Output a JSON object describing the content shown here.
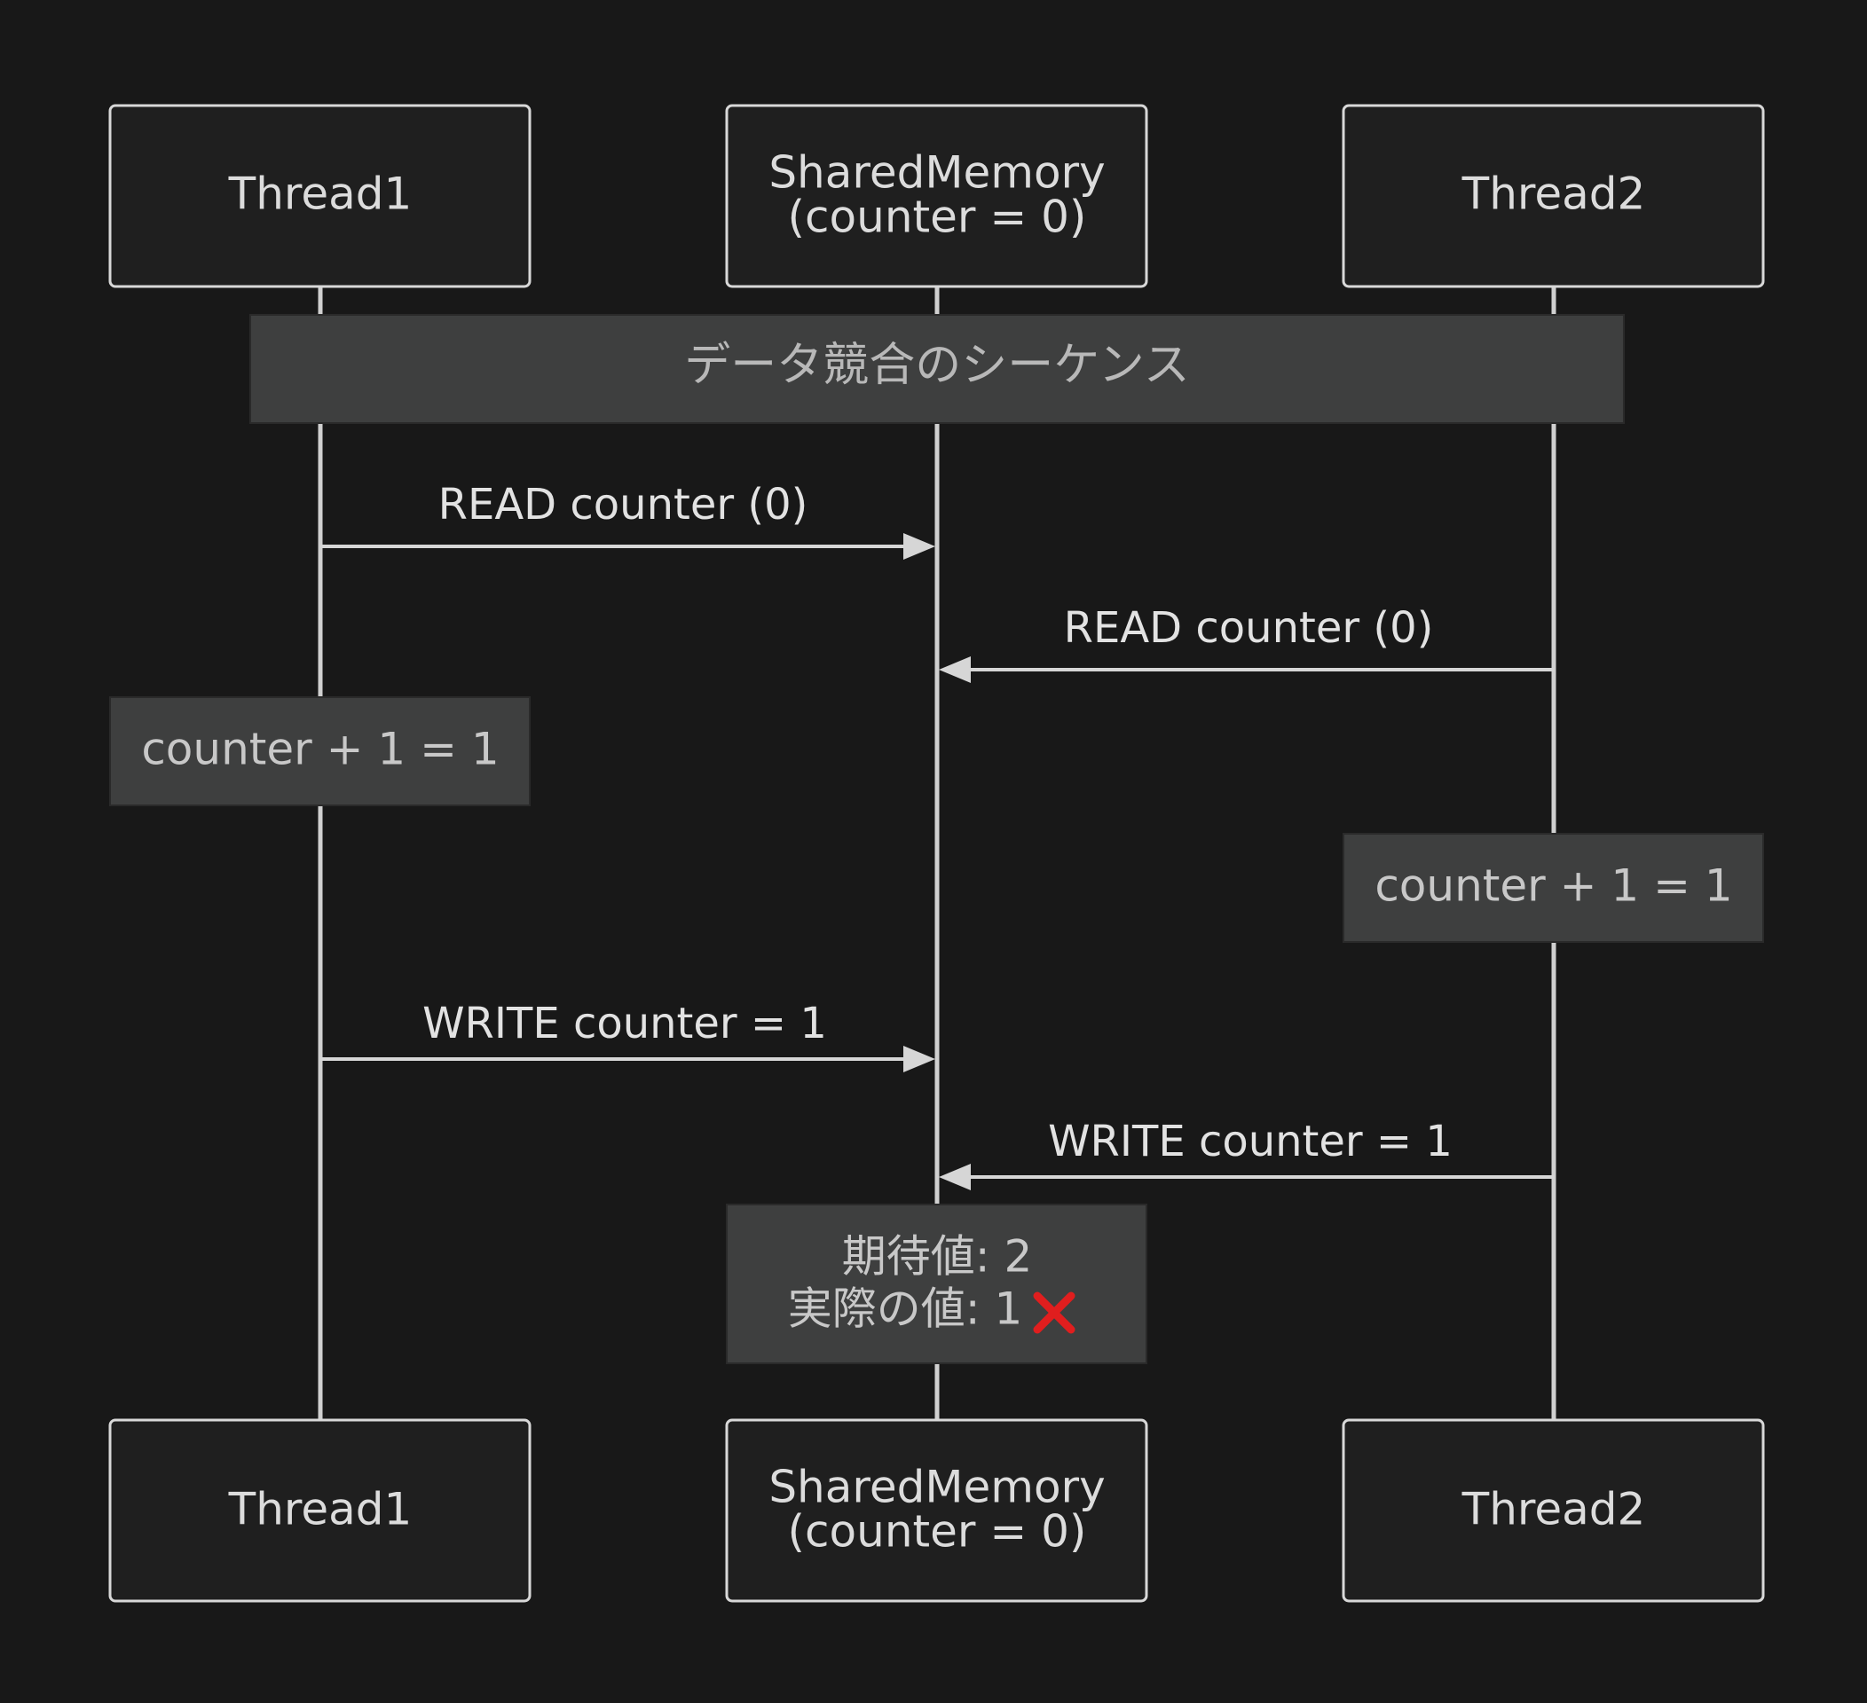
{
  "participants": [
    {
      "key": "thread1",
      "lines": [
        "Thread1"
      ]
    },
    {
      "key": "shared_memory",
      "lines": [
        "SharedMemory",
        "(counter = 0)"
      ]
    },
    {
      "key": "thread2",
      "lines": [
        "Thread2"
      ]
    }
  ],
  "banner": {
    "label": "データ競合のシーケンス"
  },
  "messages": [
    {
      "from": "Thread1",
      "to": "SharedMemory",
      "label": "READ counter (0)"
    },
    {
      "from": "Thread2",
      "to": "SharedMemory",
      "label": "READ counter (0)"
    },
    {
      "from": "Thread1",
      "to": "SharedMemory",
      "label": "WRITE counter = 1"
    },
    {
      "from": "Thread2",
      "to": "SharedMemory",
      "label": "WRITE counter = 1"
    }
  ],
  "notes": [
    {
      "over": "Thread1",
      "lines": [
        "counter + 1 = 1"
      ]
    },
    {
      "over": "Thread2",
      "lines": [
        "counter + 1 = 1"
      ]
    },
    {
      "over": "SharedMemory",
      "lines": [
        "期待値: 2",
        "実際の値: 1"
      ],
      "mark": "❌"
    }
  ],
  "colors": {
    "background": "#181818",
    "box_fill": "#1f1f1f",
    "box_stroke": "#d8d8d8",
    "note_fill": "#3e3f3f",
    "lifeline": "#d0d0d0",
    "error_mark": "#e01e1e"
  }
}
